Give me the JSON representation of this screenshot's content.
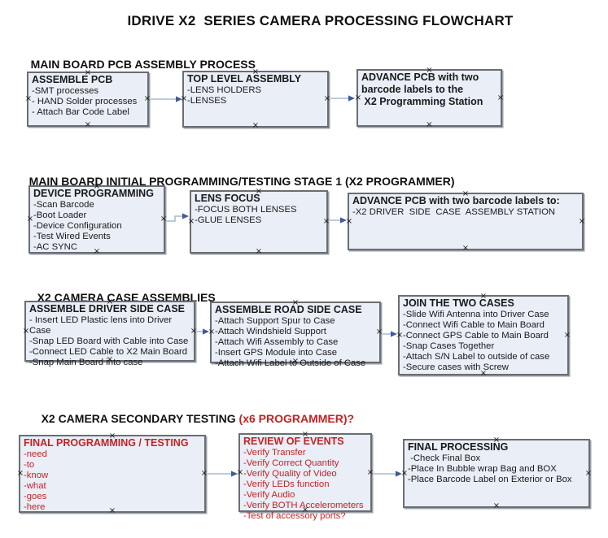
{
  "title": "IDRIVE X2  SERIES CAMERA PROCESSING FLOWCHART",
  "icons": {
    "connection_point_glyph": "×"
  },
  "colors": {
    "box_fill": "#e9eef7",
    "box_border": "#6a6d72",
    "arrow_line": "#a8b8d2",
    "arrow_head": "#3f5b98",
    "red_text": "#c52222"
  },
  "sections": [
    {
      "heading": "MAIN BOARD PCB ASSEMBLY PROCESS",
      "boxes": [
        {
          "title": "ASSEMBLE PCB",
          "items": [
            "-SMT processes",
            "- HAND Solder processes",
            "- Attach Bar Code Label"
          ]
        },
        {
          "title": "TOP LEVEL ASSEMBLY",
          "items": [
            "-LENS HOLDERS",
            "-LENSES"
          ]
        },
        {
          "title": "ADVANCE PCB with two barcode labels to the\n X2 Programming Station",
          "items": []
        }
      ]
    },
    {
      "heading": "MAIN BOARD INITIAL PROGRAMMING/TESTING STAGE 1 (X2 PROGRAMMER)",
      "boxes": [
        {
          "title": "DEVICE PROGRAMMING",
          "items": [
            "-Scan Barcode",
            "-Boot Loader",
            "-Device Configuration",
            "-Test Wired Events",
            "-AC SYNC"
          ]
        },
        {
          "title": "LENS FOCUS",
          "items": [
            "-FOCUS BOTH LENSES",
            "-GLUE LENSES"
          ]
        },
        {
          "title": "ADVANCE PCB with two barcode labels to:",
          "items": [
            "-X2 DRIVER  SIDE  CASE  ASSEMBLY STATION"
          ]
        }
      ]
    },
    {
      "heading": "X2 CAMERA CASE ASSEMBLIES",
      "boxes": [
        {
          "title": "ASSEMBLE DRIVER SIDE CASE",
          "items": [
            "- Insert LED Plastic lens into Driver Case",
            "-Snap LED Board with Cable into Case",
            "-Connect LED Cable to X2 Main Board",
            "-Snap Main Board into case"
          ]
        },
        {
          "title": "ASSEMBLE ROAD SIDE CASE",
          "items": [
            "-Attach Support Spur to Case",
            "-Attach Windshield Support",
            "-Attach Wifi Assembly to Case",
            "-Insert GPS Module into Case",
            "-Attach Wifi Label to Outside of Case"
          ]
        },
        {
          "title": "JOIN THE TWO CASES",
          "items": [
            "-Slide Wifi Antenna into Driver Case",
            "-Connect Wifi Cable to Main Board",
            "-Connect GPS Cable to Main Board",
            "-Snap Cases Together",
            "-Attach S/N Label to outside of case",
            "-Secure cases with Screw"
          ]
        }
      ]
    },
    {
      "heading": "X2 CAMERA SECONDARY TESTING ",
      "heading_red": "(x6 PROGRAMMER)?",
      "boxes": [
        {
          "title": "FINAL PROGRAMMING / TESTING",
          "items": [
            "-need",
            "-to",
            "-know",
            "-what",
            "-goes",
            "-here"
          ]
        },
        {
          "title": "REVIEW OF EVENTS",
          "items": [
            "-Verify Transfer",
            "-Verify Correct Quantity",
            "-Verify Quality of Video",
            "-Verify LEDs function",
            "-Verify Audio",
            "-Verify BOTH Accelerometers",
            "-Test of accessory ports?"
          ]
        },
        {
          "title": "FINAL PROCESSING",
          "items": [
            " -Check Final Box",
            "-Place In Bubble wrap Bag and BOX",
            "-Place Barcode Label on Exterior or Box"
          ]
        }
      ]
    }
  ]
}
